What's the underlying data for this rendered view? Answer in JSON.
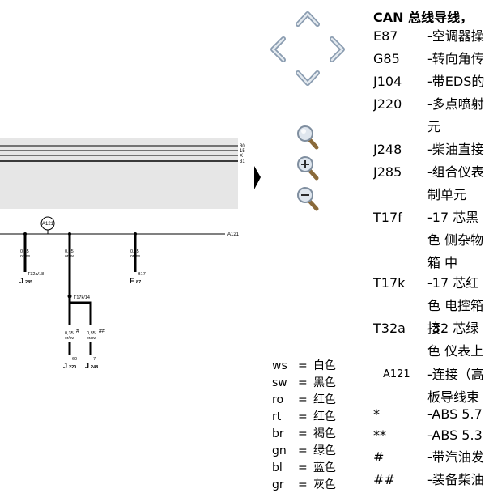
{
  "diagram": {
    "bus_labels": [
      "30",
      "15",
      "X",
      "31"
    ],
    "connector_a121": "A121",
    "line_label_a121": "A121",
    "wire_spec": "0,35",
    "wire_color": "or/sw",
    "taps": [
      {
        "connector": "T32a/18",
        "component": "J",
        "sub": "285",
        "extra": ""
      },
      {
        "connector": "",
        "component": "",
        "sub": "",
        "extra": ""
      },
      {
        "connector": "B17",
        "component": "E",
        "sub": "87",
        "extra": ""
      }
    ],
    "junction_label": "T17k/14",
    "branches": [
      {
        "mark": "#",
        "pin": "60",
        "component": "J",
        "sub": "220"
      },
      {
        "mark": "##",
        "pin": "7",
        "component": "J",
        "sub": "248"
      }
    ]
  },
  "nav": {
    "up": "chevron-up-icon",
    "left": "chevron-left-icon",
    "right": "chevron-right-icon",
    "down": "chevron-down-icon",
    "zoom": "magnifier-icon",
    "zoom_in": "zoom-in-icon",
    "zoom_out": "zoom-out-icon"
  },
  "color_legend": [
    {
      "abbr": "ws",
      "eq": "=",
      "name": "白色"
    },
    {
      "abbr": "sw",
      "eq": "=",
      "name": "黑色"
    },
    {
      "abbr": "ro",
      "eq": "=",
      "name": "红色"
    },
    {
      "abbr": "rt",
      "eq": "=",
      "name": "红色"
    },
    {
      "abbr": "br",
      "eq": "=",
      "name": "褐色"
    },
    {
      "abbr": "gn",
      "eq": "=",
      "name": "绿色"
    },
    {
      "abbr": "bl",
      "eq": "=",
      "name": "蓝色"
    },
    {
      "abbr": "gr",
      "eq": "=",
      "name": "灰色"
    }
  ],
  "legend": {
    "title": "CAN 总线导线，",
    "items": [
      {
        "code": "E87",
        "desc": "-空调器操"
      },
      {
        "code": "G85",
        "desc": "-转向角传"
      },
      {
        "code": "J104",
        "desc": "-带EDS的"
      },
      {
        "code": "J220",
        "desc": "-多点喷射 元"
      },
      {
        "code": "J248",
        "desc": "-柴油直接"
      },
      {
        "code": "J285",
        "desc": "-组合仪表 制单元"
      },
      {
        "code": "T17f",
        "desc": "-17 芯黑色 侧杂物箱 中"
      },
      {
        "code": "T17k",
        "desc": "-17 芯红色 电控箱接"
      },
      {
        "code": "T32a",
        "desc": "-32 芯绿色 仪表上"
      },
      {
        "code": "A121",
        "desc": "-连接（高 板导线束"
      },
      {
        "code": "*",
        "desc": "-ABS 5.7"
      },
      {
        "code": "**",
        "desc": "-ABS 5.3"
      },
      {
        "code": "#",
        "desc": "-带汽油发"
      },
      {
        "code": "##",
        "desc": "-装备柴油"
      }
    ]
  }
}
